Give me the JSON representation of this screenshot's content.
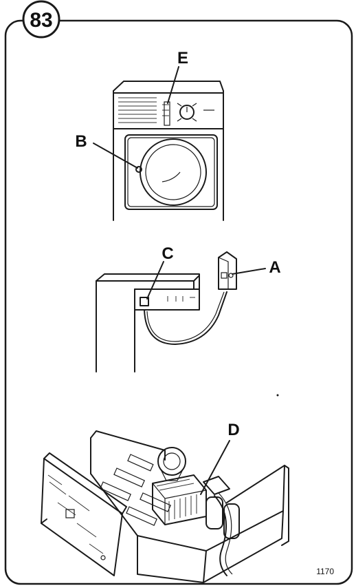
{
  "figure": {
    "number": "83",
    "reference": "1170",
    "callouts": {
      "A": "A",
      "B": "B",
      "C": "C",
      "D": "D",
      "E": "E"
    }
  },
  "colors": {
    "ink": "#1a1a1a",
    "paper": "#ffffff"
  }
}
